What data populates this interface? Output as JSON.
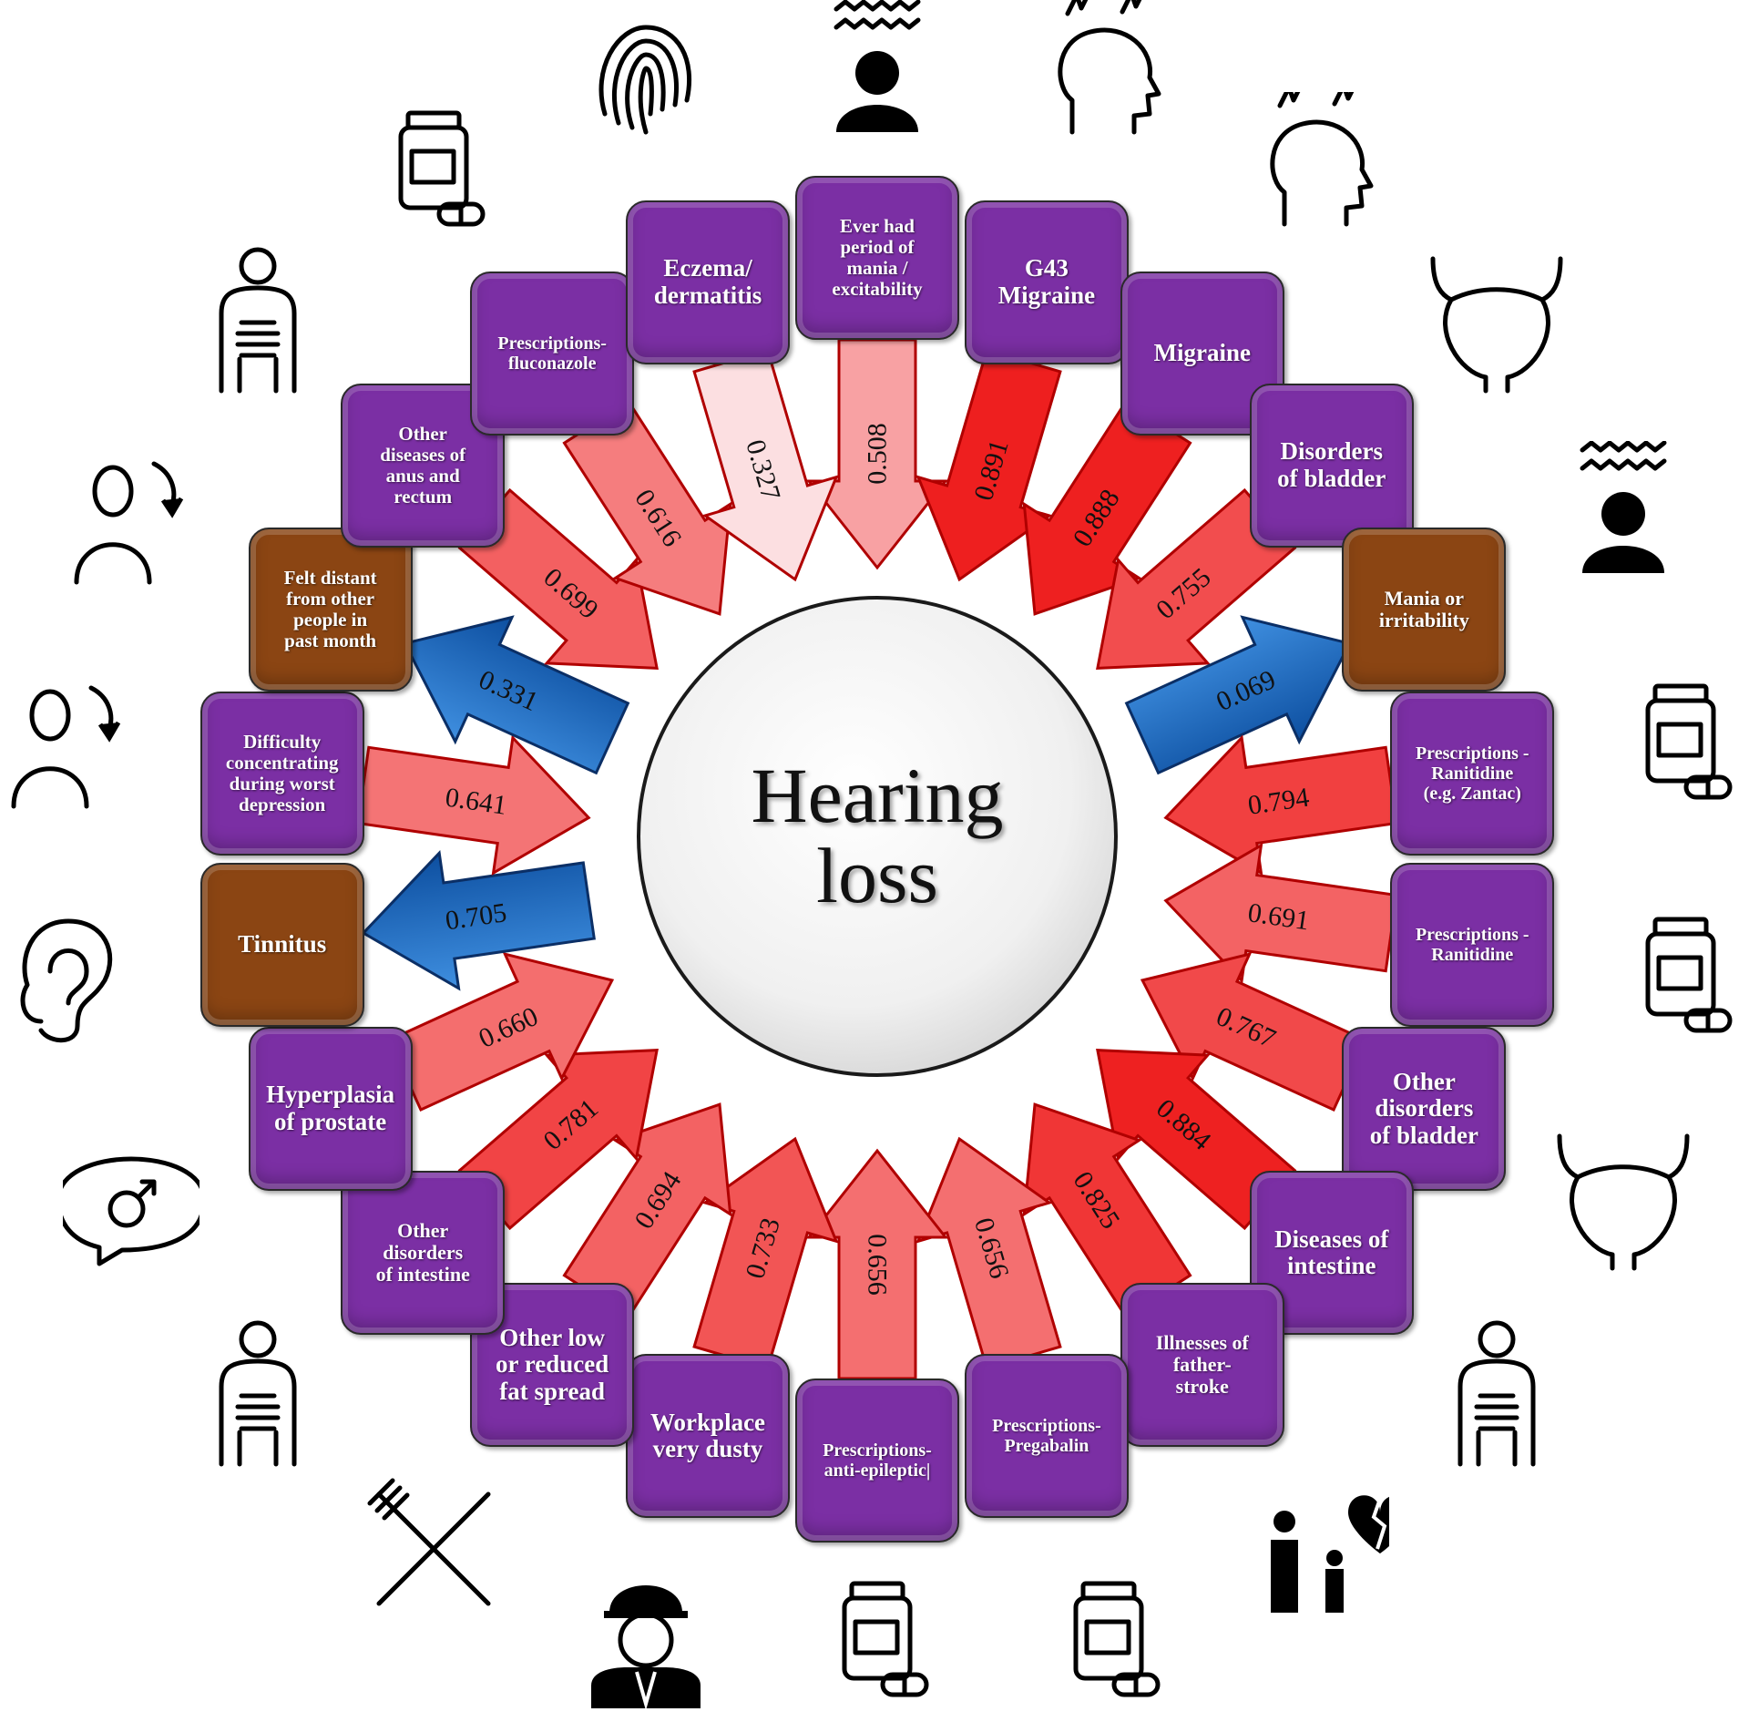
{
  "center": {
    "line1": "Hearing",
    "line2": "loss"
  },
  "colors": {
    "condition_tile": "#7b2fa4",
    "symptom_tile": "#8b4513",
    "blue_arrow": "#1565c0",
    "red_dark": "#ee1c1c",
    "red_light": "#fde8ea"
  },
  "items": [
    {
      "id": "ever-had-period-of-mania",
      "label": "Ever had\nperiod of\nmania /\nexcitability",
      "category": "condition",
      "value": 0.508,
      "direction": "inward",
      "icon": "stress-head-icon"
    },
    {
      "id": "g43-migraine",
      "label": "G43\nMigraine",
      "category": "condition",
      "value": 0.891,
      "direction": "inward",
      "icon": "headache-icon"
    },
    {
      "id": "migraine",
      "label": "Migraine",
      "category": "condition",
      "value": 0.888,
      "direction": "inward",
      "icon": "headache-icon"
    },
    {
      "id": "disorders-of-bladder",
      "label": "Disorders\nof bladder",
      "category": "condition",
      "value": 0.755,
      "direction": "inward",
      "icon": "bladder-icon"
    },
    {
      "id": "mania-or-irritability",
      "label": "Mania or\nirritability",
      "category": "symptom",
      "value": 0.069,
      "direction": "outward",
      "icon": "stress-head-icon"
    },
    {
      "id": "prescriptions-ranitidine-zantac",
      "label": "Prescriptions -\nRanitidine\n(e.g. Zantac)",
      "category": "condition",
      "value": 0.794,
      "direction": "inward",
      "icon": "pill-bottle-icon"
    },
    {
      "id": "prescriptions-ranitidine",
      "label": "Prescriptions -\nRanitidine",
      "category": "condition",
      "value": 0.691,
      "direction": "inward",
      "icon": "pill-bottle-icon"
    },
    {
      "id": "other-disorders-of-bladder",
      "label": "Other\ndisorders\nof bladder",
      "category": "condition",
      "value": 0.767,
      "direction": "inward",
      "icon": "bladder-icon"
    },
    {
      "id": "diseases-of-intestine",
      "label": "Diseases of\nintestine",
      "category": "condition",
      "value": 0.884,
      "direction": "inward",
      "icon": "intestine-body-icon"
    },
    {
      "id": "illnesses-of-father-stroke",
      "label": "Illnesses of\nfather-\nstroke",
      "category": "condition",
      "value": 0.825,
      "direction": "inward",
      "icon": "family-broken-heart-icon"
    },
    {
      "id": "prescriptions-pregabalin",
      "label": "Prescriptions-\nPregabalin",
      "category": "condition",
      "value": 0.656,
      "direction": "inward",
      "icon": "pill-bottle-icon"
    },
    {
      "id": "prescriptions-anti-epileptic",
      "label": "Prescriptions-\nanti-epileptic|",
      "category": "condition",
      "value": 0.656,
      "direction": "inward",
      "icon": "pill-bottle-icon"
    },
    {
      "id": "workplace-very-dusty",
      "label": "Workplace\nvery dusty",
      "category": "condition",
      "value": 0.733,
      "direction": "inward",
      "icon": "worker-icon"
    },
    {
      "id": "other-low-or-reduced-fat-spread",
      "label": "Other low\nor reduced\nfat spread",
      "category": "condition",
      "value": 0.694,
      "direction": "inward",
      "icon": "fork-knife-icon"
    },
    {
      "id": "other-disorders-of-intestine",
      "label": "Other\ndisorders\nof intestine",
      "category": "condition",
      "value": 0.781,
      "direction": "inward",
      "icon": "intestine-body-icon"
    },
    {
      "id": "hyperplasia-of-prostate",
      "label": "Hyperplasia\nof prostate",
      "category": "condition",
      "value": 0.66,
      "direction": "inward",
      "icon": "male-symbol-icon"
    },
    {
      "id": "tinnitus",
      "label": "Tinnitus",
      "category": "symptom",
      "value": 0.705,
      "direction": "outward",
      "icon": "ear-icon"
    },
    {
      "id": "difficulty-concentrating",
      "label": "Difficulty\nconcentrating\nduring worst\ndepression",
      "category": "condition",
      "value": 0.641,
      "direction": "inward",
      "icon": "depressed-person-icon"
    },
    {
      "id": "felt-distant-from-other-people",
      "label": "Felt distant\nfrom other\npeople in\npast month",
      "category": "symptom",
      "value": 0.331,
      "direction": "outward",
      "icon": "depressed-person-icon"
    },
    {
      "id": "other-diseases-of-anus-and-rectum",
      "label": "Other\ndiseases of\nanus and\nrectum",
      "category": "condition",
      "value": 0.699,
      "direction": "inward",
      "icon": "intestine-body-icon"
    },
    {
      "id": "prescriptions-fluconazole",
      "label": "Prescriptions-\nfluconazole",
      "category": "condition",
      "value": 0.616,
      "direction": "inward",
      "icon": "pill-bottle-icon"
    },
    {
      "id": "eczema-dermatitis",
      "label": "Eczema/\ndermatitis",
      "category": "condition",
      "value": 0.327,
      "direction": "inward",
      "icon": "fingerprint-icon"
    }
  ]
}
